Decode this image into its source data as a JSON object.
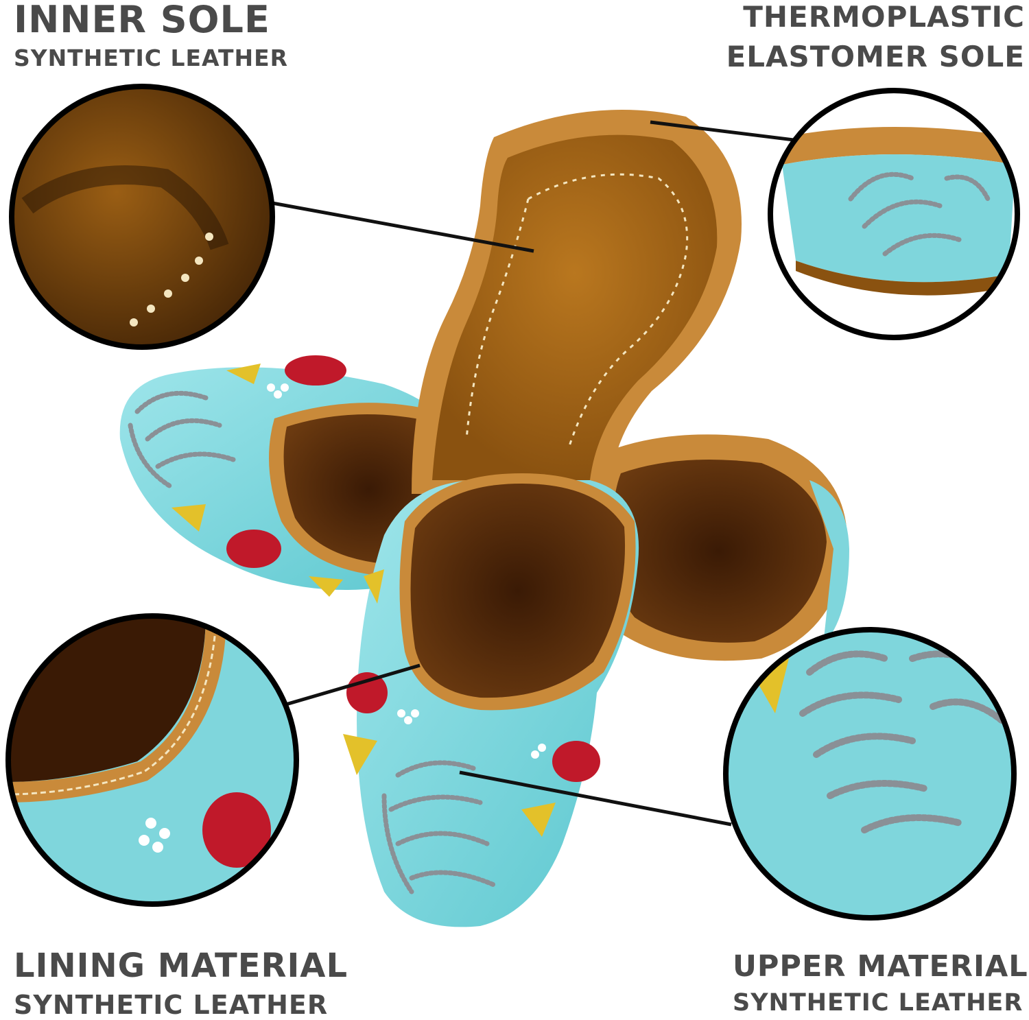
{
  "labels": {
    "inner_sole": {
      "title": "INNER SOLE",
      "material": "SYNTHETIC LEATHER"
    },
    "outer_sole": {
      "title_line1": "THERMOPLASTIC",
      "title_line2": "ELASTOMER SOLE"
    },
    "lining": {
      "title": "LINING MATERIAL",
      "material": "SYNTHETIC LEATHER"
    },
    "upper": {
      "title": "UPPER MATERIAL",
      "material": "SYNTHETIC LEATHER"
    }
  },
  "colors": {
    "label_text": "#4a4a4a",
    "callout_line": "#111111",
    "upper_fabric": "#7fd6dc",
    "leather_tan": "#c98a3a",
    "leather_dark": "#5a2e0a",
    "bead_silver": "#8a9096",
    "embroidery_red": "#c0192a",
    "embroidery_yellow": "#e3c12a"
  },
  "callouts": [
    {
      "name": "inner-sole-callout",
      "zoom_subject": "inner-sole-closeup"
    },
    {
      "name": "outer-sole-callout",
      "zoom_subject": "outer-sole-closeup"
    },
    {
      "name": "lining-callout",
      "zoom_subject": "lining-closeup"
    },
    {
      "name": "upper-callout",
      "zoom_subject": "upper-closeup"
    }
  ]
}
